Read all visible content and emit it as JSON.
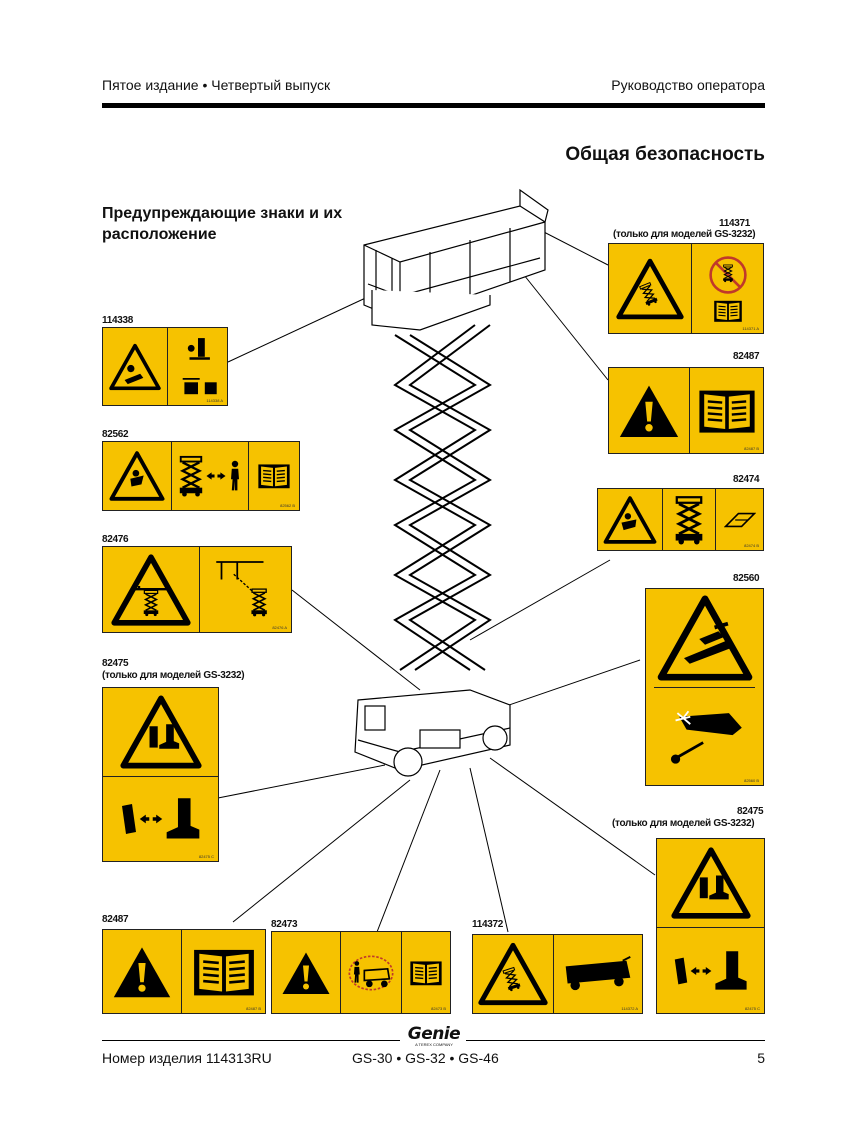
{
  "header": {
    "edition": "Пятое издание • Четвертый выпуск",
    "manual": "Руководство оператора"
  },
  "page_title": "Общая безопасность",
  "section_title": "Предупреждающие знаки и их расположение",
  "decals": {
    "d114338": {
      "label": "114338"
    },
    "d82562": {
      "label": "82562"
    },
    "d82476": {
      "label": "82476"
    },
    "d82475_left": {
      "label": "82475",
      "note": "(только для моделей GS-3232)"
    },
    "d82487_bottom": {
      "label": "82487"
    },
    "d82473": {
      "label": "82473"
    },
    "d114372": {
      "label": "114372"
    },
    "d114371": {
      "label": "114371",
      "note": "(только для моделей GS-3232)"
    },
    "d82487_right": {
      "label": "82487"
    },
    "d82474": {
      "label": "82474"
    },
    "d82560": {
      "label": "82560"
    },
    "d82475_right": {
      "label": "82475",
      "note": "(только для моделей GS-3232)"
    }
  },
  "footer": {
    "brand": "Genie",
    "brand_sub": "A TEREX COMPANY",
    "part_number": "Номер изделия 114313RU",
    "models": "GS-30 • GS-32 • GS-46",
    "page": "5"
  },
  "colors": {
    "decal_yellow": "#f6c200",
    "ink": "#111111"
  }
}
